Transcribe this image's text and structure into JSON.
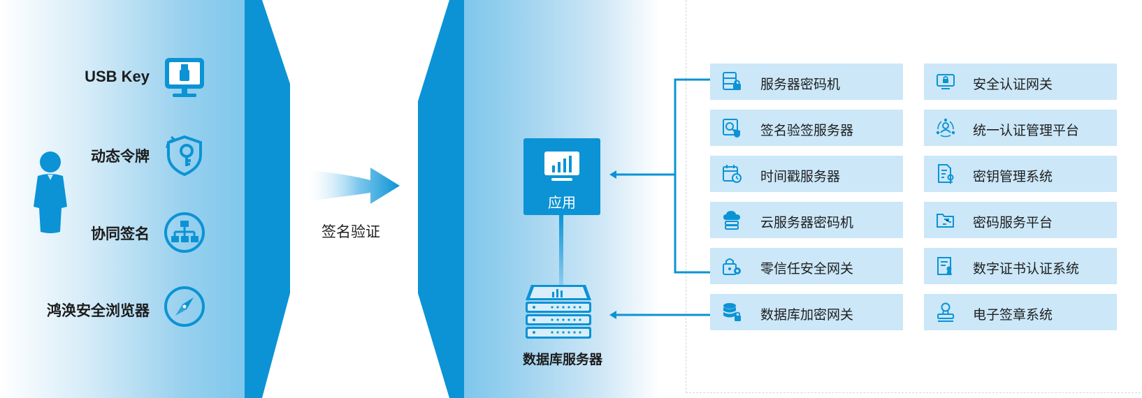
{
  "auth_methods": [
    {
      "label": "USB Key",
      "icon": "usb-key-icon"
    },
    {
      "label": "动态令牌",
      "icon": "dynamic-token-icon"
    },
    {
      "label": "协同签名",
      "icon": "collaborative-signature-icon"
    },
    {
      "label": "鸿涣安全浏览器",
      "icon": "secure-browser-icon"
    }
  ],
  "flow_label": "签名验证",
  "app_label": "应用",
  "db_label": "数据库服务器",
  "services": {
    "left_column": [
      {
        "label": "服务器密码机",
        "icon": "server-lock-icon"
      },
      {
        "label": "签名验签服务器",
        "icon": "signature-verify-icon"
      },
      {
        "label": "时间戳服务器",
        "icon": "timestamp-icon"
      },
      {
        "label": "云服务器密码机",
        "icon": "cloud-server-icon"
      },
      {
        "label": "零信任安全网关",
        "icon": "zero-trust-gateway-icon"
      },
      {
        "label": "数据库加密网关",
        "icon": "database-encryption-icon"
      }
    ],
    "right_column": [
      {
        "label": "安全认证网关",
        "icon": "security-gateway-icon"
      },
      {
        "label": "统一认证管理平台",
        "icon": "unified-auth-icon"
      },
      {
        "label": "密钥管理系统",
        "icon": "key-management-icon"
      },
      {
        "label": "密码服务平台",
        "icon": "crypto-service-icon"
      },
      {
        "label": "数字证书认证系统",
        "icon": "certificate-icon"
      },
      {
        "label": "电子签章系统",
        "icon": "e-seal-icon"
      }
    ]
  },
  "colors": {
    "primary": "#0b93d5",
    "light_panel": "#7ec7ec",
    "cell_bg": "#cbe7f8"
  }
}
